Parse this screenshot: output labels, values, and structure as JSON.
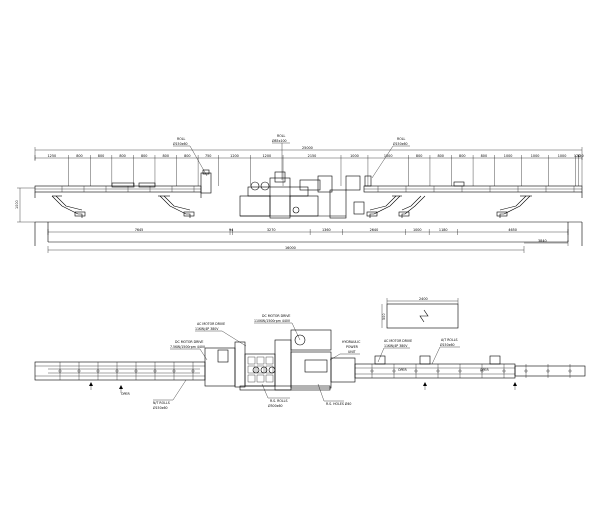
{
  "elevation": {
    "roll_labels": [
      {
        "id": "roll-left",
        "line1": "ROLL",
        "line2": "Ø150x60"
      },
      {
        "id": "roll-center",
        "line1": "ROLL",
        "line2": "Ø85x100"
      },
      {
        "id": "roll-right",
        "line1": "ROLL",
        "line2": "Ø150x60"
      }
    ],
    "top_overall": "25000",
    "top_dims": [
      "1250",
      "800",
      "800",
      "800",
      "800",
      "800",
      "800",
      "750",
      "1200",
      "1200",
      "2150",
      "1000",
      "1500",
      "800",
      "800",
      "800",
      "800",
      "1000",
      "1000",
      "1000",
      "120",
      "120"
    ],
    "height_dim": "1000",
    "lower_dims": [
      "7645",
      "94",
      "3270",
      "1360",
      "2640",
      "1000",
      "1180",
      "4650"
    ],
    "lower_overall": "16000",
    "end_dim": "3840"
  },
  "plan": {
    "callouts": {
      "dc_motor_top": [
        "DC MOTOR DRIVE",
        "110KW/1500rpm 440V"
      ],
      "ac_motor_left": [
        "AC MOTOR DRIVE",
        "11KW/4P 380V"
      ],
      "dc_motor_left": [
        "DC MOTOR DRIVE",
        "7.5KW/1500rpm 440V"
      ],
      "hydraulic": [
        "HYDRAULIC",
        "POWER",
        "UNIT"
      ],
      "ac_motor_right": [
        "AC MOTOR DRIVE",
        "11KW/4P 380V"
      ],
      "a_t_rolls": [
        "A/T ROLLS",
        "Ø150x60"
      ],
      "n_t_rolls": [
        "N/T ROLLS",
        "Ø150x60"
      ],
      "r_s_rolls": [
        "R.S. ROLLS",
        "Ø300x60"
      ],
      "r_s_holes": [
        "R.S. HOLES Ø40"
      ],
      "oper": "OPER"
    },
    "inset": {
      "width_dim": "2400",
      "height_dim": "500"
    }
  }
}
